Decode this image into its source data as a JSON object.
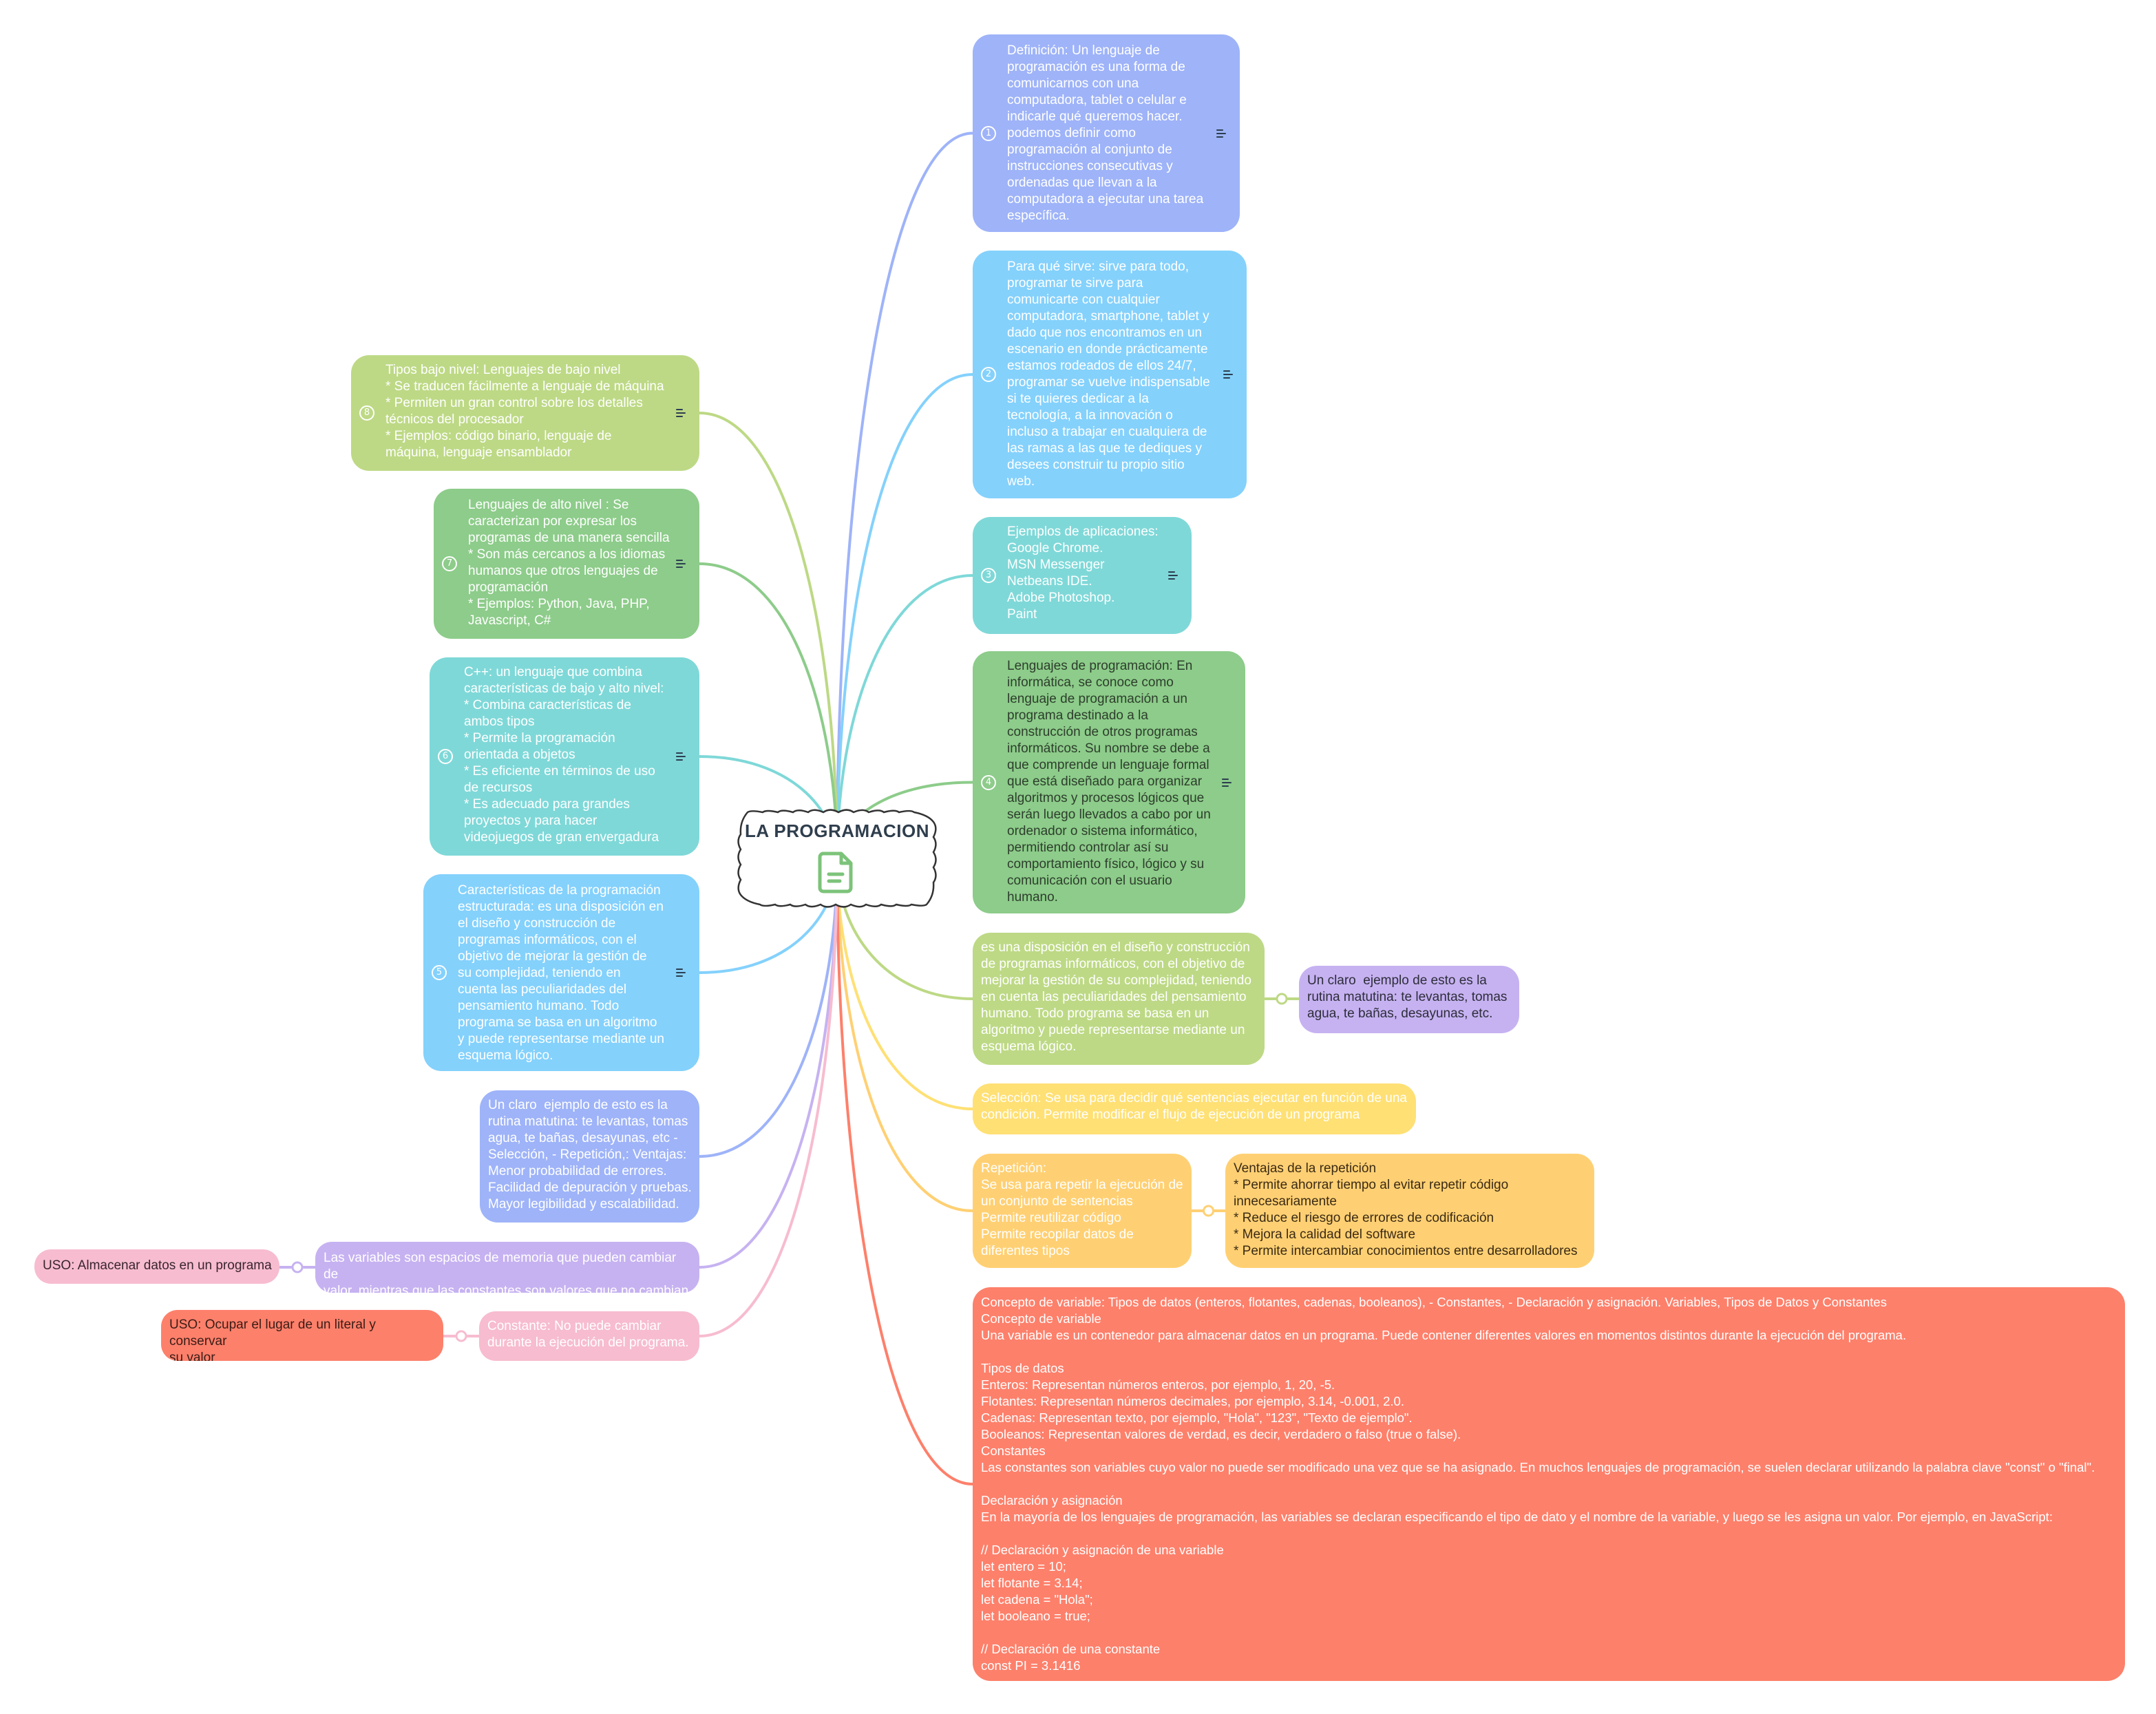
{
  "colors": {
    "blue": "#9eb3f8",
    "sky": "#84d1fc",
    "teal": "#7fd8d8",
    "green": "#8dcc8a",
    "lime": "#bdd985",
    "purple": "#c6b2f1",
    "yellow": "#ffe074",
    "orange": "#ffd073",
    "pink": "#f7bccf",
    "red": "#fd806b"
  },
  "root": {
    "title": "LA PROGRAMACION",
    "icon": "document-icon"
  },
  "nodes": [
    {
      "id": "n1",
      "badge": "1",
      "note_icon": "note-icon",
      "text": "Definición: Un lenguaje de\nprogramación es una forma de\ncomunicarnos con una\ncomputadora, tablet o celular e\nindicarle qué queremos hacer.\npodemos definir como\nprogramación al conjunto de\ninstrucciones consecutivas y\nordenadas que llevan a la\ncomputadora a ejecutar una tarea\nespecífica."
    },
    {
      "id": "n2",
      "badge": "2",
      "note_icon": "note-icon",
      "text": "Para qué sirve: sirve para todo,\nprogramar te sirve para\ncomunicarte con cualquier\ncomputadora, smartphone, tablet y\ndado que nos encontramos en un\nescenario en donde prácticamente\nestamos rodeados de ellos 24/7,\nprogramar se vuelve indispensable\nsi te quieres dedicar a la\ntecnología, a la innovación o\nincluso a trabajar en cualquiera de\nlas ramas a las que te dediques y\ndesees construir tu propio sitio\nweb."
    },
    {
      "id": "n3",
      "badge": "3",
      "note_icon": "note-icon",
      "text": "Ejemplos de aplicaciones:\nGoogle Chrome.\nMSN Messenger\nNetbeans IDE.\nAdobe Photoshop.\nPaint"
    },
    {
      "id": "n4",
      "badge": "4",
      "note_icon": "note-icon",
      "text": "Lenguajes de programación: En\ninformática, se conoce como\nlenguaje de programación a un\nprograma destinado a la\nconstrucción de otros programas\ninformáticos. Su nombre se debe a\nque comprende un lenguaje formal\nque está diseñado para organizar\nalgoritmos y procesos lógicos que\nserán luego llevados a cabo por un\nordenador o sistema informático,\npermitiendo controlar así su\ncomportamiento físico, lógico y su\ncomunicación con el usuario\nhumano."
    },
    {
      "id": "n5",
      "text": "es una disposición en el diseño y construcción\nde programas informáticos, con el objetivo de\nmejorar la gestión de su complejidad, teniendo\nen cuenta las peculiaridades del pensamiento\nhumano. Todo programa se basa en un\nalgoritmo y puede representarse mediante un\nesquema lógico."
    },
    {
      "id": "n5a",
      "text": "Un claro  ejemplo de esto es la\nrutina matutina: te levantas, tomas\nagua, te bañas, desayunas, etc."
    },
    {
      "id": "n6",
      "text": "Selección: Se usa para decidir qué sentencias ejecutar en función de una\ncondición. Permite modificar el flujo de ejecución de un programa"
    },
    {
      "id": "n7",
      "text": "Repetición:\nSe usa para repetir la ejecución de\nun conjunto de sentencias\nPermite reutilizar código\nPermite recopilar datos de\ndiferentes tipos"
    },
    {
      "id": "n7a",
      "text": "Ventajas de la repetición\n* Permite ahorrar tiempo al evitar repetir código\ninnecesariamente\n* Reduce el riesgo de errores de codificación\n* Mejora la calidad del software\n* Permite intercambiar conocimientos entre desarrolladores"
    },
    {
      "id": "n8",
      "text": "Concepto de variable: Tipos de datos (enteros, flotantes, cadenas, booleanos), - Constantes, - Declaración y asignación. Variables, Tipos de Datos y Constantes\nConcepto de variable\nUna variable es un contenedor para almacenar datos en un programa. Puede contener diferentes valores en momentos distintos durante la ejecución del programa.\n\nTipos de datos\nEnteros: Representan números enteros, por ejemplo, 1, 20, -5.\nFlotantes: Representan números decimales, por ejemplo, 3.14, -0.001, 2.0.\nCadenas: Representan texto, por ejemplo, \"Hola\", \"123\", \"Texto de ejemplo\".\nBooleanos: Representan valores de verdad, es decir, verdadero o falso (true o false).\nConstantes\nLas constantes son variables cuyo valor no puede ser modificado una vez que se ha asignado. En muchos lenguajes de programación, se suelen declarar utilizando la palabra clave \"const\" o \"final\".\n\nDeclaración y asignación\nEn la mayoría de los lenguajes de programación, las variables se declaran especificando el tipo de dato y el nombre de la variable, y luego se les asigna un valor. Por ejemplo, en JavaScript:\n\n// Declaración y asignación de una variable\nlet entero = 10;\nlet flotante = 3.14;\nlet cadena = \"Hola\";\nlet booleano = true;\n\n// Declaración de una constante\nconst PI = 3.1416"
    },
    {
      "id": "l8",
      "badge": "8",
      "note_icon": "note-icon",
      "text": "Tipos bajo nivel: Lenguajes de bajo nivel\n* Se traducen fácilmente a lenguaje de máquina\n* Permiten un gran control sobre los detalles\ntécnicos del procesador\n* Ejemplos: código binario, lenguaje de\nmáquina, lenguaje ensamblador"
    },
    {
      "id": "l7",
      "badge": "7",
      "note_icon": "note-icon",
      "text": "Lenguajes de alto nivel : Se\ncaracterizan por expresar los\nprogramas de una manera sencilla\n* Son más cercanos a los idiomas\nhumanos que otros lenguajes de\nprogramación\n* Ejemplos: Python, Java, PHP,\nJavascript, C#"
    },
    {
      "id": "l6",
      "badge": "6",
      "note_icon": "note-icon",
      "text": "C++: un lenguaje que combina\ncaracterísticas de bajo y alto nivel:\n* Combina características de\nambos tipos\n* Permite la programación\norientada a objetos\n* Es eficiente en términos de uso\nde recursos\n* Es adecuado para grandes\nproyectos y para hacer\nvideojuegos de gran envergadura"
    },
    {
      "id": "l5",
      "badge": "5",
      "note_icon": "note-icon",
      "text": "Características de la programación\nestructurada: es una disposición en\nel diseño y construcción de\nprogramas informáticos, con el\nobjetivo de mejorar la gestión de\nsu complejidad, teniendo en\ncuenta las peculiaridades del\npensamiento humano. Todo\nprograma se basa en un algoritmo\ny puede representarse mediante un\nesquema lógico."
    },
    {
      "id": "l4",
      "text": "Un claro  ejemplo de esto es la\nrutina matutina: te levantas, tomas\nagua, te bañas, desayunas, etc -\nSelección, - Repetición,: Ventajas:\nMenor probabilidad de errores.\nFacilidad de depuración y pruebas.\nMayor legibilidad y escalabilidad."
    },
    {
      "id": "l3",
      "text": "Las variables son espacios de memoria que pueden cambiar de\nvalor, mientras que las constantes son valores que no cambian."
    },
    {
      "id": "l3a",
      "text": "USO: Almacenar datos en un programa"
    },
    {
      "id": "l2",
      "text": "Constante: No puede cambiar\ndurante la ejecución del programa."
    },
    {
      "id": "l2a",
      "text": "USO: Ocupar el lugar de un literal y conservar\nsu valor"
    }
  ]
}
